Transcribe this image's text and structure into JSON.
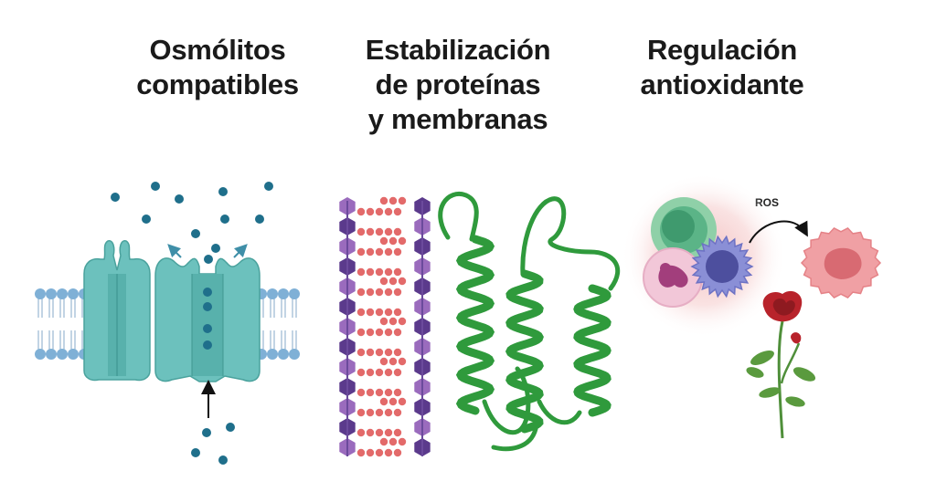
{
  "panels": [
    {
      "title_lines": [
        "Osmólitos",
        "compatibles"
      ],
      "illustration": "membrane-channel-with-osmolytes"
    },
    {
      "title_lines": [
        "Estabilización",
        "de proteínas",
        "y membranas"
      ],
      "illustration": "lipid-chains-and-alpha-helices"
    },
    {
      "title_lines": [
        "Regulación",
        "antioxidante"
      ],
      "illustration": "immune-cells-rose",
      "ros_label": "ROS"
    }
  ],
  "colors": {
    "channel": "#6cc1bd",
    "channel_dark": "#3f9691",
    "osmolyte": "#1f6f8b",
    "lipid_head": "#7fb0d6",
    "hexagon_purple": "#8a5aa8",
    "chain_red": "#e36a6a",
    "helix_green": "#2f9a3c",
    "rose_red": "#c0272d"
  }
}
